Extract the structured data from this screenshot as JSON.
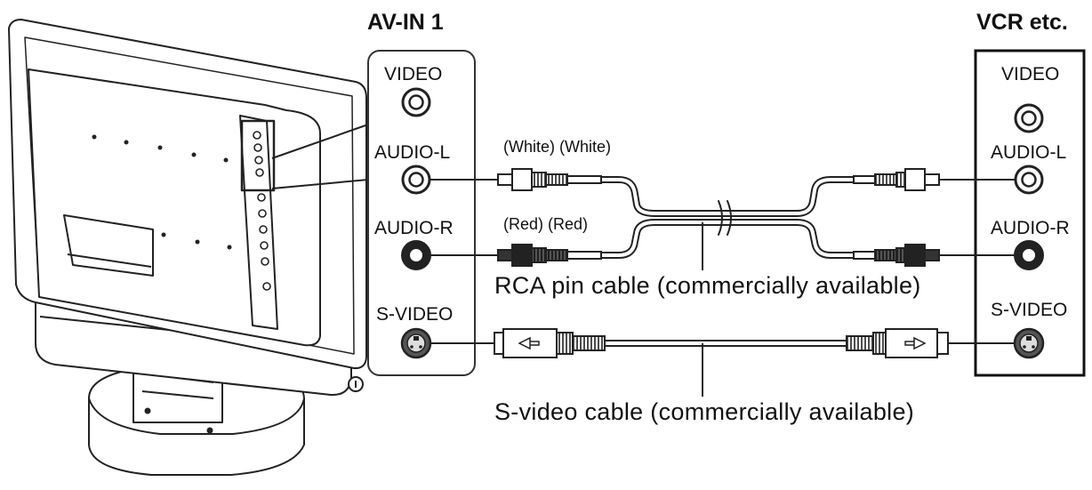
{
  "panel_left": {
    "title": "AV-IN 1",
    "ports": {
      "video": "VIDEO",
      "audio_l": "AUDIO-L",
      "audio_r": "AUDIO-R",
      "s_video": "S-VIDEO"
    }
  },
  "panel_right": {
    "title": "VCR etc.",
    "ports": {
      "video": "VIDEO",
      "audio_l": "AUDIO-L",
      "audio_r": "AUDIO-R",
      "s_video": "S-VIDEO"
    }
  },
  "rca_cable": {
    "white_tag": "(White) (White)",
    "red_tag": "(Red) (Red)",
    "caption": "RCA pin cable (commercially available)",
    "white_color": "#ffffff",
    "red_color": "#1a1a1a"
  },
  "svideo_cable": {
    "caption": "S-video cable (commercially available)"
  },
  "colors": {
    "line": "#222222",
    "tv_fill": "#ffffff",
    "shade": "#d9d9d9"
  }
}
